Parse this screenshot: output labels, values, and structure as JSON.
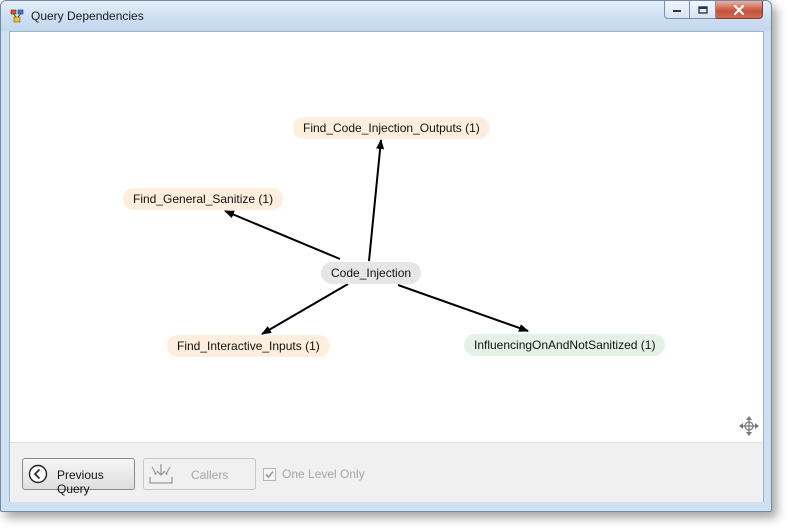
{
  "window": {
    "title": "Query Dependencies"
  },
  "graph": {
    "center": "Code_Injection",
    "nodes": [
      {
        "label": "Find_Code_Injection_Outputs (1)"
      },
      {
        "label": "Find_General_Sanitize (1)"
      },
      {
        "label": "Find_Interactive_Inputs (1)"
      },
      {
        "label": "InfluencingOnAndNotSanitized (1)"
      }
    ]
  },
  "toolbar": {
    "previous_query_label": "Previous Query",
    "callers_label": "Callers",
    "one_level_only_label": "One Level Only",
    "one_level_only_checked": true
  },
  "colors": {
    "dependency_node": "#fdeedd",
    "center_node": "#e6e6e6",
    "influencing_node": "#e4f2e6"
  },
  "icons": {
    "app": "query-dependencies-icon",
    "previous": "back-arrow-circle-icon",
    "callers": "callers-icon",
    "move": "move-cursor-icon"
  }
}
